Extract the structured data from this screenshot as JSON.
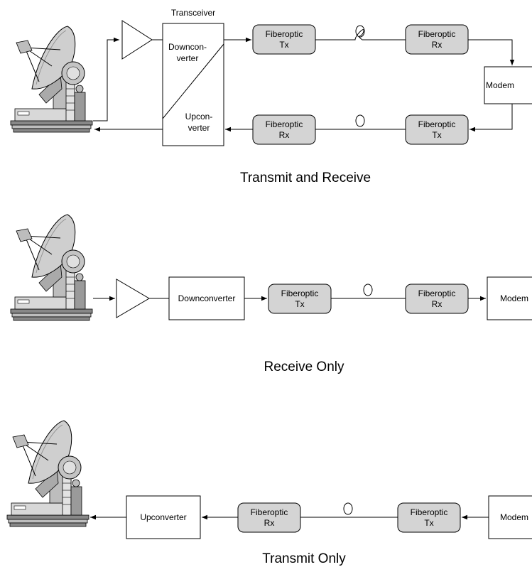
{
  "transmit_receive": {
    "caption": "Transmit and Receive",
    "transceiver_label": "Transceiver",
    "downconverter": [
      "Downcon-",
      "verter"
    ],
    "upconverter": [
      "Upcon-",
      "verter"
    ],
    "fo_tx_top": [
      "Fiberoptic",
      "Tx"
    ],
    "fo_rx_top": [
      "Fiberoptic",
      "Rx"
    ],
    "fo_rx_bottom": [
      "Fiberoptic",
      "Rx"
    ],
    "fo_tx_bottom": [
      "Fiberoptic",
      "Tx"
    ],
    "modem": "Modem"
  },
  "receive_only": {
    "caption": "Receive Only",
    "downconverter": "Downconverter",
    "fo_tx": [
      "Fiberoptic",
      "Tx"
    ],
    "fo_rx": [
      "Fiberoptic",
      "Rx"
    ],
    "modem": "Modem"
  },
  "transmit_only": {
    "caption": "Transmit Only",
    "upconverter": "Upconverter",
    "fo_rx": [
      "Fiberoptic",
      "Rx"
    ],
    "fo_tx": [
      "Fiberoptic",
      "Tx"
    ],
    "modem": "Modem"
  },
  "colors": {
    "fiberoptic_fill": "#d4d4d4",
    "dish_fill": "#cfcfcf",
    "dish_dark": "#8a8a8a"
  }
}
